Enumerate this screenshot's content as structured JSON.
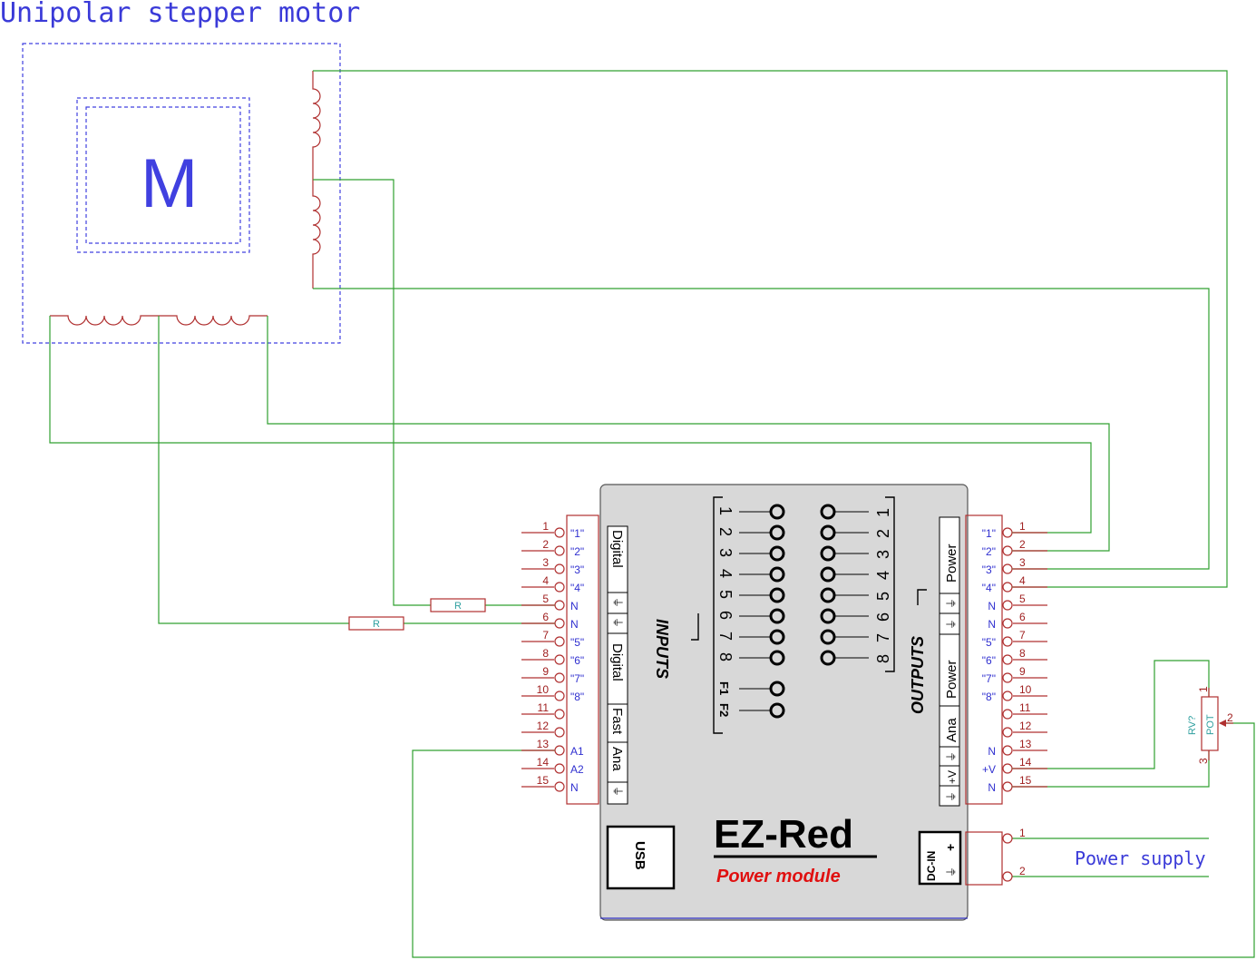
{
  "title": "Unipolar stepper motor",
  "motor_symbol": "M",
  "power_supply_label": "Power supply",
  "module": {
    "brand": "EZ-Red",
    "subtitle": "Power module",
    "usb": "USB",
    "dcin": "DC-IN",
    "inputs_label": "INPUTS",
    "outputs_label": "OUTPUTS",
    "input_pins": [
      "1",
      "2",
      "3",
      "4",
      "5",
      "6",
      "7",
      "8",
      "F1",
      "F2"
    ],
    "output_pins": [
      "1",
      "2",
      "3",
      "4",
      "5",
      "6",
      "7",
      "8"
    ],
    "left_groups": [
      "Digital",
      "⏚",
      "⏚",
      "Digital",
      "Fast",
      "Ana",
      "⏚"
    ],
    "right_groups": [
      "Power",
      "⏚",
      "⏚",
      "Power",
      "Ana",
      "⏚",
      "+V",
      "⏚"
    ]
  },
  "left_connector": {
    "numbers": [
      "1",
      "2",
      "3",
      "4",
      "5",
      "6",
      "7",
      "8",
      "9",
      "10",
      "11",
      "12",
      "13",
      "14",
      "15"
    ],
    "labels": [
      "\"1\"",
      "\"2\"",
      "\"3\"",
      "\"4\"",
      "N",
      "N",
      "\"5\"",
      "\"6\"",
      "\"7\"",
      "\"8\"",
      "",
      "",
      "A1",
      "A2",
      "N"
    ]
  },
  "right_connector": {
    "numbers": [
      "1",
      "2",
      "3",
      "4",
      "5",
      "6",
      "7",
      "8",
      "9",
      "10",
      "11",
      "12",
      "13",
      "14",
      "15"
    ],
    "labels": [
      "\"1\"",
      "\"2\"",
      "\"3\"",
      "\"4\"",
      "N",
      "N",
      "\"5\"",
      "\"6\"",
      "\"7\"",
      "\"8\"",
      "",
      "",
      "N",
      "+V",
      "N"
    ]
  },
  "power_connector": {
    "numbers": [
      "1",
      "2"
    ]
  },
  "resistors": [
    "R",
    "R"
  ],
  "pot": {
    "ref": "RV?",
    "value": "POT",
    "pins": [
      "1",
      "2",
      "3"
    ]
  }
}
